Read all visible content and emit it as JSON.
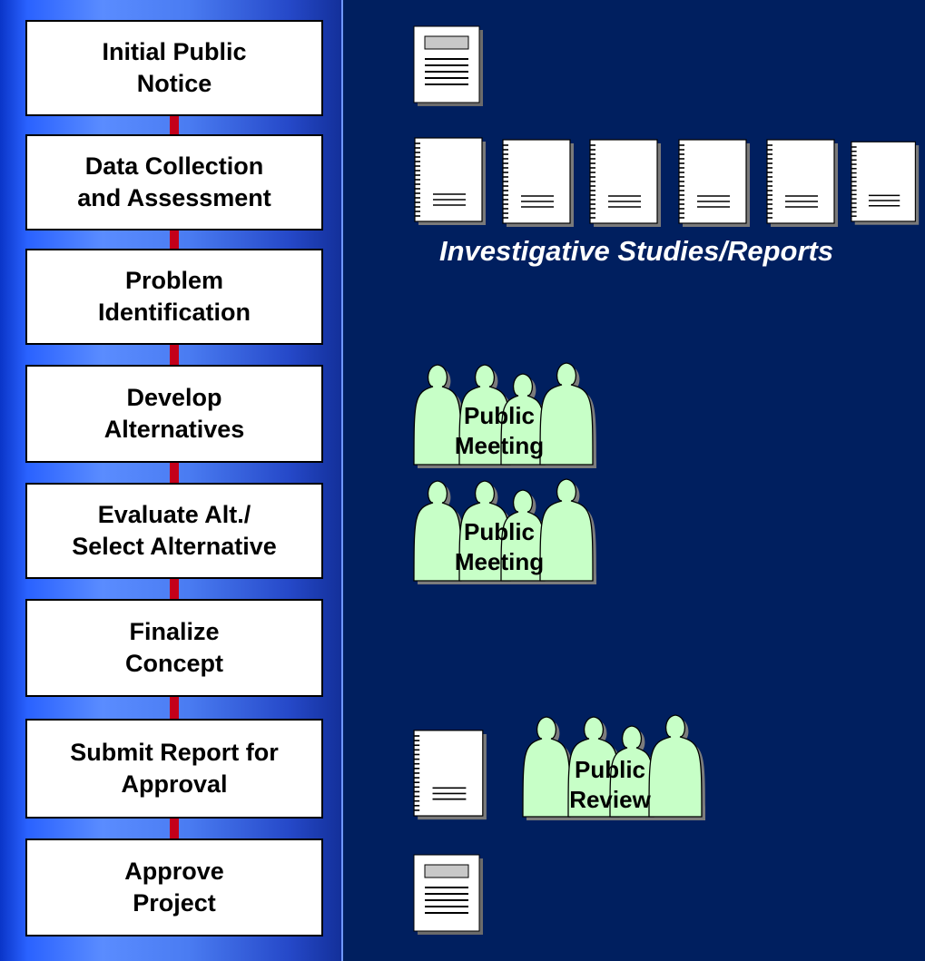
{
  "steps": [
    "Initial Public\nNotice",
    "Data Collection\nand Assessment",
    "Problem\nIdentification",
    "Develop\nAlternatives",
    "Evaluate  Alt./\nSelect Alternative",
    "Finalize\nConcept",
    "Submit Report for\nApproval",
    "Approve\nProject"
  ],
  "reports_caption": "Investigative Studies/Reports",
  "meetings": [
    "Public\nMeeting",
    "Public\nMeeting"
  ],
  "review": "Public\nReview",
  "colors": {
    "background": "#001f5f",
    "connector": "#c4001a",
    "people_fill": "#c7ffc7",
    "step_box": "#ffffff"
  },
  "icons": {
    "notice_document": "form-document-icon",
    "report_document": "notebook-report-icon",
    "people_group": "people-group-icon"
  }
}
